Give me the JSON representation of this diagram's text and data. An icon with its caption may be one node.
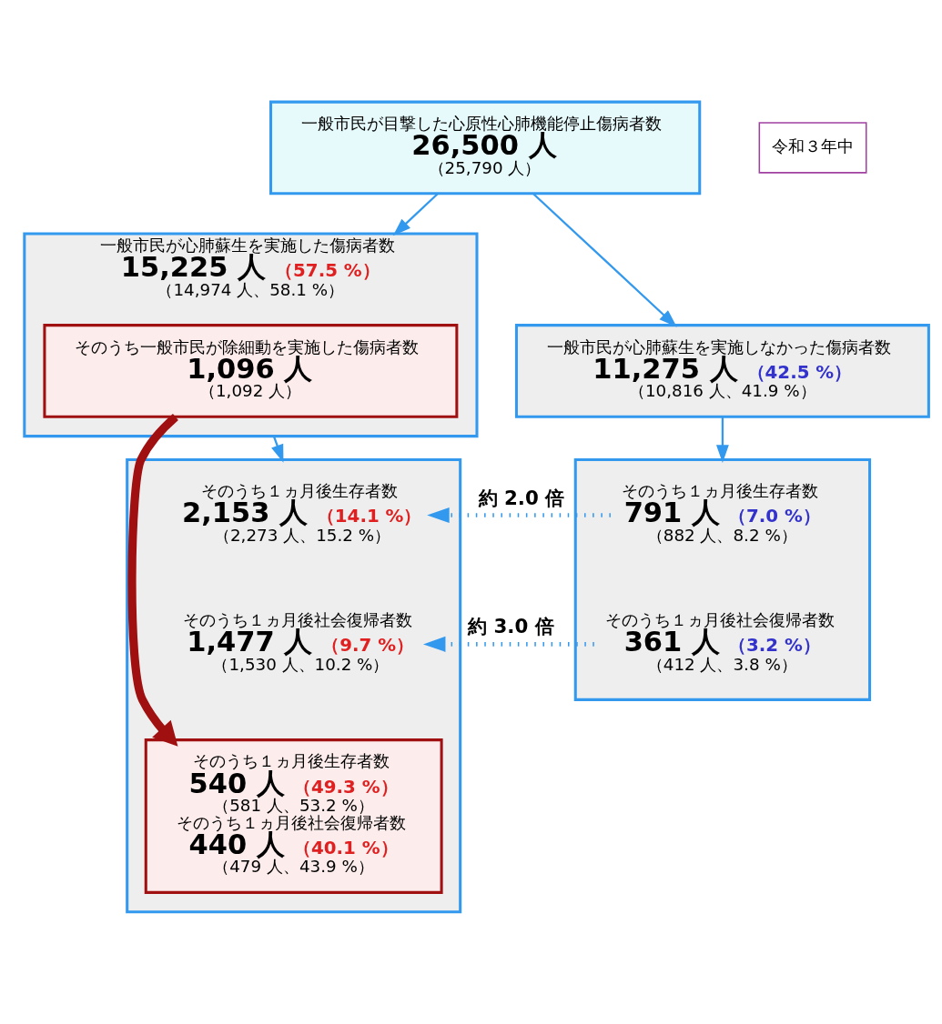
{
  "diagram": {
    "nodes": [
      {
        "text": [
          "一般市民が目撃した心原性心肺機能停止傷病者数",
          "26,500 人",
          "（25,790 人）"
        ]
      },
      {
        "text": [
          "一般市民が心肺蘇生を実施した傷病者数",
          "15,225 人",
          "（57.5 %）",
          "（14,974 人、58.1 %）"
        ]
      },
      {
        "text": [
          "そのうち一般市民が除細動を実施した傷病者数",
          "1,096 人",
          "（1,092 人）"
        ],
        "in": 1
      },
      {
        "text": [
          "一般市民が心肺蘇生を実施しなかった傷病者数",
          "11,275 人",
          "（42.5 %）",
          "（10,816 人、41.9 %）"
        ]
      },
      {
        "text": [],
        "shape": "box"
      },
      {
        "text": [
          "そのうち１ヵ月後生存者数",
          "2,153 人",
          "（14.1 %）",
          "（2,273 人、15.2 %）"
        ],
        "in": 4
      },
      {
        "text": [
          "そのうち１ヵ月後社会復帰者数",
          "1,477 人",
          "（9.7 %）",
          "（1,530 人、10.2 %）"
        ],
        "in": 4
      },
      {
        "text": [
          "そのうち１ヵ月後生存者数",
          "540 人",
          "（49.3 %）",
          "（581 人、53.2 %）",
          "そのうち１ヵ月後社会復帰者数",
          "440 人",
          "（40.1 %）",
          "（479 人、43.9 %）"
        ],
        "in": 4
      },
      {
        "text": [],
        "shape": "box"
      },
      {
        "text": [
          "そのうち１ヵ月後生存者数",
          "791 人",
          "（7.0 %）",
          "（882 人、8.2 %）"
        ],
        "in": 8
      },
      {
        "text": [
          "そのうち１ヵ月後社会復帰者数",
          "361 人",
          "（3.2 %）",
          "（412 人、3.8 %）"
        ],
        "in": 8
      }
    ],
    "edges": [
      {
        "from": 0,
        "to": 1,
        "arrow": "to",
        "color": "#3399ee"
      },
      {
        "from": 0,
        "to": 3,
        "arrow": "to",
        "color": "#3399ee"
      },
      {
        "from": 1,
        "to": 4,
        "arrow": "to",
        "color": "#3399ee"
      },
      {
        "from": 3,
        "to": 8,
        "arrow": "to",
        "color": "#3399ee"
      },
      {
        "from": 2,
        "to": 7,
        "arrow": "to",
        "style": "thick",
        "color": "#a01010"
      },
      {
        "from": 9,
        "to": 5,
        "arrow": "to",
        "label": "約 2.0 倍",
        "style": "dashed",
        "color": "#3399ee"
      },
      {
        "from": 10,
        "to": 6,
        "arrow": "to",
        "label": "約 3.0 倍",
        "style": "dashed",
        "color": "#3399ee"
      }
    ],
    "labels": [
      "令和３年中"
    ]
  }
}
